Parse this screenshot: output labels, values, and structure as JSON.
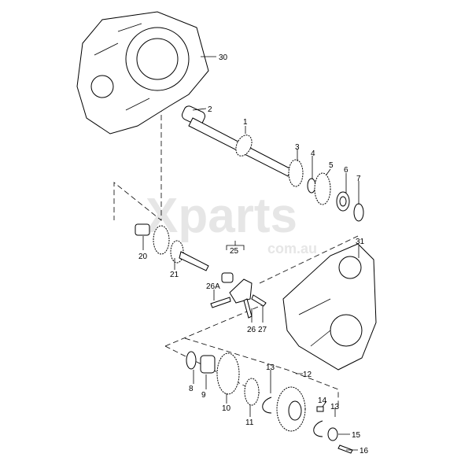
{
  "watermark": {
    "brand": "Xparts",
    "domain": "com.au"
  },
  "callouts": {
    "c30": "30",
    "c2": "2",
    "c1": "1",
    "c3": "3",
    "c4": "4",
    "c5": "5",
    "c6": "6",
    "c7": "7",
    "c20": "20",
    "c21": "21",
    "c25": "25",
    "c26a": "26A",
    "c26": "26",
    "c27": "27",
    "c31": "31",
    "c12": "12",
    "c8": "8",
    "c9": "9",
    "c10": "10",
    "c11": "11",
    "c13a": "13",
    "c14": "14",
    "c13b": "13",
    "c15": "15",
    "c16": "16"
  }
}
